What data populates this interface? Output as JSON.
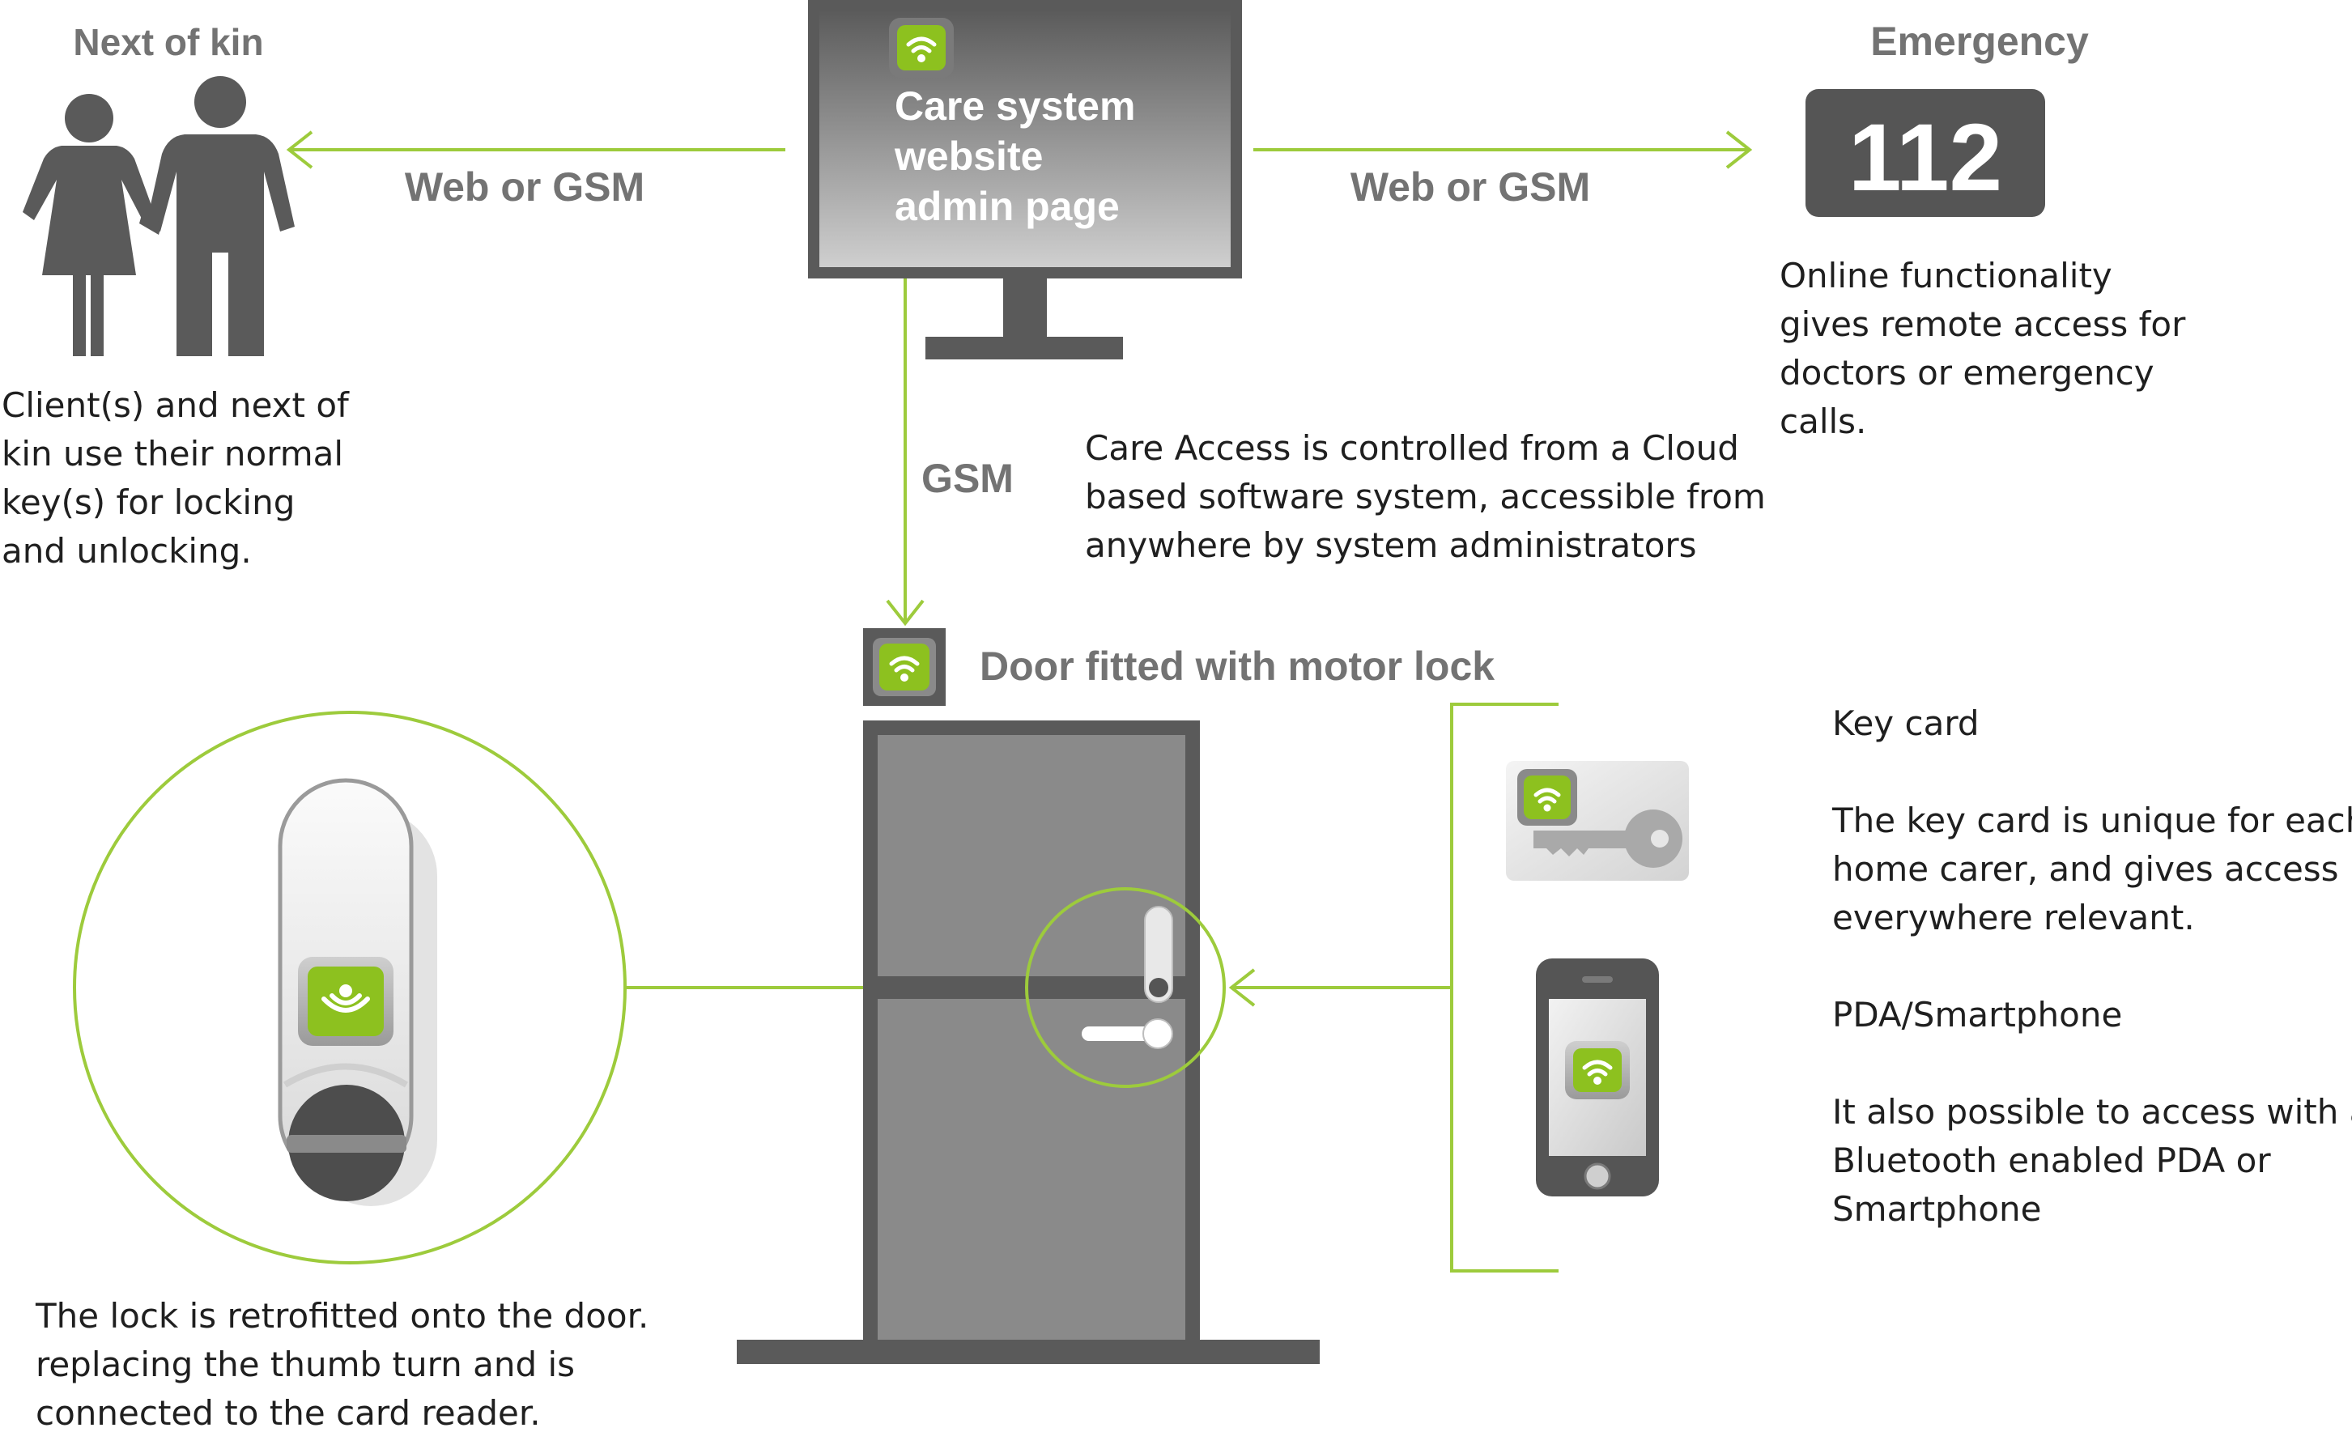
{
  "next_of_kin": {
    "title": "Next of kin",
    "caption": [
      "Client(s) and next of",
      "kin use their normal",
      "key(s) for locking",
      "and unlocking."
    ]
  },
  "monitor": {
    "label": [
      "Care system",
      "website",
      "admin page"
    ]
  },
  "links": {
    "left": "Web or GSM",
    "right": "Web or GSM",
    "down": "GSM"
  },
  "cloud_caption": [
    "Care Access is controlled from a Cloud",
    "based software system, accessible from",
    "anywhere by system administrators"
  ],
  "emergency": {
    "title": "Emergency",
    "number": "112",
    "caption": [
      "Online functionality",
      "gives remote access for",
      "doctors or emergency",
      "calls."
    ]
  },
  "door": {
    "title": "Door fitted with motor lock"
  },
  "lock_caption": [
    "The lock is retrofitted onto the door.",
    "replacing the thumb turn and is",
    "connected to the card reader."
  ],
  "access_methods": {
    "key_card_title": "Key card",
    "key_card_text": [
      "The key card is unique for each",
      "home carer, and gives access",
      "everywhere relevant."
    ],
    "phone_title": "PDA/Smartphone",
    "phone_text": [
      "It also possible to access with a",
      "Bluetooth enabled PDA or",
      "Smartphone"
    ]
  },
  "colors": {
    "accent_green": "#8dc11f",
    "line_green": "#9dcb3c",
    "dark_gray": "#5a5a5a",
    "mid_gray": "#7a7a7a",
    "text_gray": "#6d6d6d",
    "text_dark": "#1f1f1f"
  }
}
